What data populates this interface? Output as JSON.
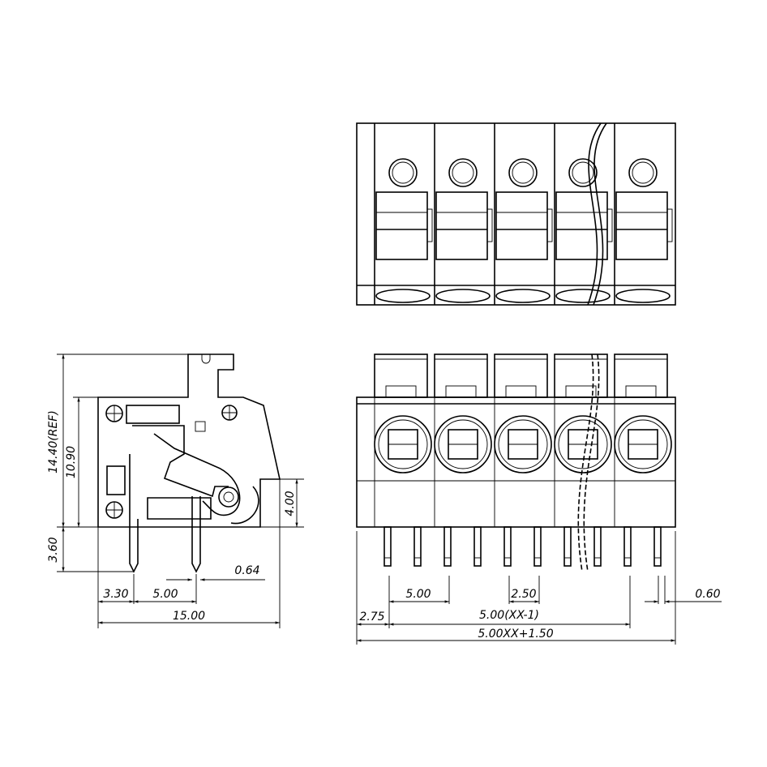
{
  "drawing": {
    "title": "Terminal block drawing",
    "side_view": {
      "dims": {
        "overall_height": "14.40(REF)",
        "body_height": "10.90",
        "pin_length": "3.60",
        "lever_height": "4.00",
        "pin_width": "0.64",
        "edge_to_pin": "3.30",
        "pin_row_spacing": "5.00",
        "depth": "15.00"
      }
    },
    "front_view": {
      "poles": 5,
      "dims": {
        "pitch": "5.00",
        "half_pitch": "2.50",
        "pin_width": "0.60",
        "edge_offset": "2.75",
        "pin_span": "5.00(XX-1)",
        "overall_length": "5.00XX+1.50"
      }
    }
  }
}
